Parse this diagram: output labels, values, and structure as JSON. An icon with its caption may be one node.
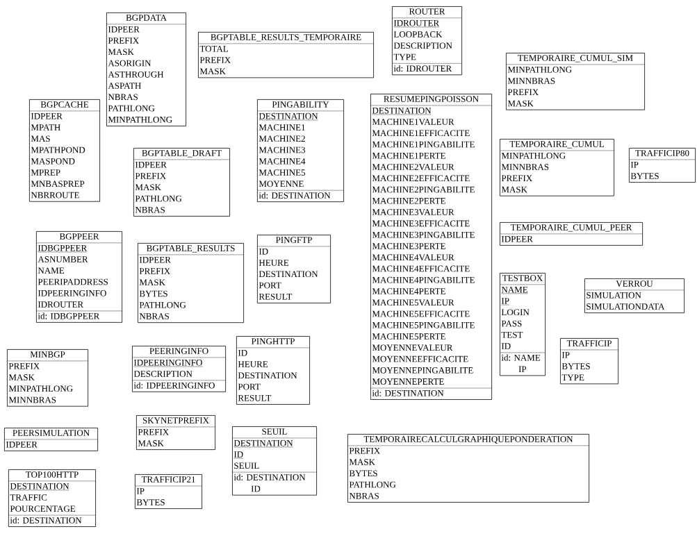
{
  "diagram": {
    "nodes": [
      {
        "text": [
          "BGPDATA",
          "IDPEER",
          "PREFIX",
          "MASK",
          "ASORIGIN",
          "ASTHROUGH",
          "ASPATH",
          "NBRAS",
          "PATHLONG",
          "MINPATHLONG"
        ]
      },
      {
        "text": [
          "BGPTABLE_RESULTS_TEMPORAIRE",
          "TOTAL",
          "PREFIX",
          "MASK"
        ]
      },
      {
        "text": [
          "ROUTER",
          "IDROUTER",
          "LOOPBACK",
          "DESCRIPTION",
          "TYPE",
          "id: IDROUTER"
        ]
      },
      {
        "text": [
          "BGPCACHE",
          "IDPEER",
          "MPATH",
          "MAS",
          "MPATHPOND",
          "MASPOND",
          "MPREP",
          "MNBASPREP",
          "NBRROUTE"
        ]
      },
      {
        "text": [
          "PINGABILITY",
          "DESTINATION",
          "MACHINE1",
          "MACHINE2",
          "MACHINE3",
          "MACHINE4",
          "MACHINE5",
          "MOYENNE",
          "id: DESTINATION"
        ]
      },
      {
        "text": [
          "RESUMEPINGPOISSON",
          "DESTINATION",
          "MACHINE1VALEUR",
          "MACHINE1EFFICACITE",
          "MACHINE1PINGABILITE",
          "MACHINE1PERTE",
          "MACHINE2VALEUR",
          "MACHINE2EFFICACITE",
          "MACHINE2PINGABILITE",
          "MACHINE2PERTE",
          "MACHINE3VALEUR",
          "MACHINE3EFFICACITE",
          "MACHINE3PINGABILITE",
          "MACHINE3PERTE",
          "MACHINE4VALEUR",
          "MACHINE4EFFICACITE",
          "MACHINE4PINGABILITE",
          "MACHINE4PERTE",
          "MACHINE5VALEUR",
          "MACHINE5EFFICACITE",
          "MACHINE5PINGABILITE",
          "MACHINE5PERTE",
          "MOYENNEVALEUR",
          "MOYENNEEFFICACITE",
          "MOYENNEPINGABILITE",
          "MOYENNEPERTE",
          "id: DESTINATION"
        ]
      },
      {
        "text": [
          "TEMPORAIRE_CUMUL_SIM",
          "MINPATHLONG",
          "MINNBRAS",
          "PREFIX",
          "MASK"
        ]
      },
      {
        "text": [
          "BGPTABLE_DRAFT",
          "IDPEER",
          "PREFIX",
          "MASK",
          "PATHLONG",
          "NBRAS"
        ]
      },
      {
        "text": [
          "TEMPORAIRE_CUMUL",
          "MINPATHLONG",
          "MINNBRAS",
          "PREFIX",
          "MASK"
        ]
      },
      {
        "text": [
          "TRAFFICIP80",
          "IP",
          "BYTES"
        ]
      },
      {
        "text": [
          "TEMPORAIRE_CUMUL_PEER",
          "IDPEER"
        ]
      },
      {
        "text": [
          "BGPPEER",
          "IDBGPPEER",
          "ASNUMBER",
          "NAME",
          "PEERIPADDRESS",
          "IDPEERINGINFO",
          "IDROUTER",
          "id: IDBGPPEER"
        ]
      },
      {
        "text": [
          "BGPTABLE_RESULTS",
          "IDPEER",
          "PREFIX",
          "MASK",
          "BYTES",
          "PATHLONG",
          "NBRAS"
        ]
      },
      {
        "text": [
          "PINGFTP",
          "ID",
          "HEURE",
          "DESTINATION",
          "PORT",
          "RESULT"
        ]
      },
      {
        "text": [
          "TESTBOX",
          "NAME",
          "IP",
          "LOGIN",
          "PASS",
          "TEST",
          "ID",
          "id: NAME IP"
        ]
      },
      {
        "text": [
          "VERROU",
          "SIMULATION",
          "SIMULATIONDATA"
        ]
      },
      {
        "text": [
          "TRAFFICIP",
          "IP",
          "BYTES",
          "TYPE"
        ]
      },
      {
        "text": [
          "MINBGP",
          "PREFIX",
          "MASK",
          "MINPATHLONG",
          "MINNBRAS"
        ]
      },
      {
        "text": [
          "PEERINGINFO",
          "IDPEERINGINFO",
          "DESCRIPTION",
          "id: IDPEERINGINFO"
        ]
      },
      {
        "text": [
          "PINGHTTP",
          "ID",
          "HEURE",
          "DESTINATION",
          "PORT",
          "RESULT"
        ]
      },
      {
        "text": [
          "SKYNETPREFIX",
          "PREFIX",
          "MASK"
        ]
      },
      {
        "text": [
          "SEUIL",
          "DESTINATION",
          "ID",
          "SEUIL",
          "id: DESTINATION ID"
        ]
      },
      {
        "text": [
          "TEMPORAIRECALCULGRAPHIQUEPONDERATION",
          "PREFIX",
          "MASK",
          "BYTES",
          "PATHLONG",
          "NBRAS"
        ]
      },
      {
        "text": [
          "PEERSIMULATION",
          "IDPEER"
        ]
      },
      {
        "text": [
          "TOP100HTTP",
          "DESTINATION",
          "TRAFFIC",
          "POURCENTAGE",
          "id: DESTINATION"
        ]
      },
      {
        "text": [
          "TRAFFICIP21",
          "IP",
          "BYTES"
        ]
      }
    ]
  }
}
